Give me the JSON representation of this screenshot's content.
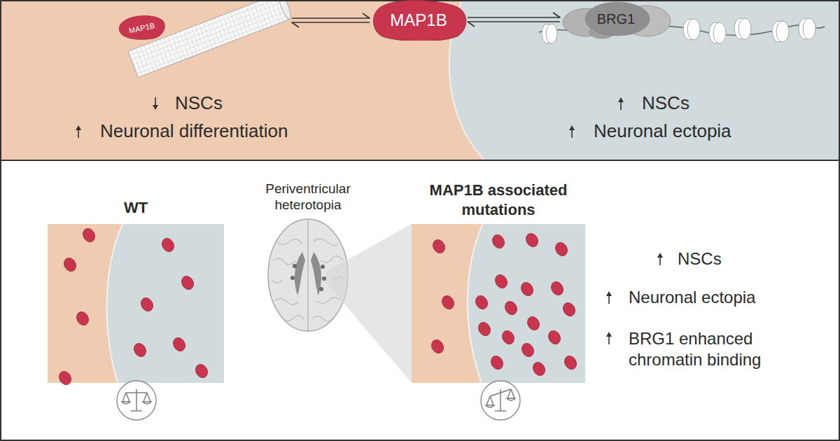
{
  "diagram": {
    "nodes": [
      {
        "text": [
          "NSCs",
          "Neuronal differentiation"
        ]
      },
      {
        "text": [
          "MAP1B"
        ],
        "in": 0
      },
      {
        "text": [
          "MAP1B"
        ]
      },
      {
        "text": [
          "NSCs",
          "Neuronal ectopia"
        ]
      },
      {
        "text": [
          "BRG1"
        ],
        "in": 3
      },
      {
        "text": [
          "WT"
        ]
      },
      {
        "text": [
          "MAP1B associated mutations"
        ]
      }
    ],
    "edges": [
      {
        "from": 1,
        "to": 2,
        "arrow": "both"
      },
      {
        "from": 2,
        "to": 4,
        "arrow": "both"
      }
    ],
    "labels": [
      "Periventricular heterotopia",
      "NSCs",
      "Neuronal ectopia",
      "BRG1 enhanced chromatin binding"
    ]
  }
}
